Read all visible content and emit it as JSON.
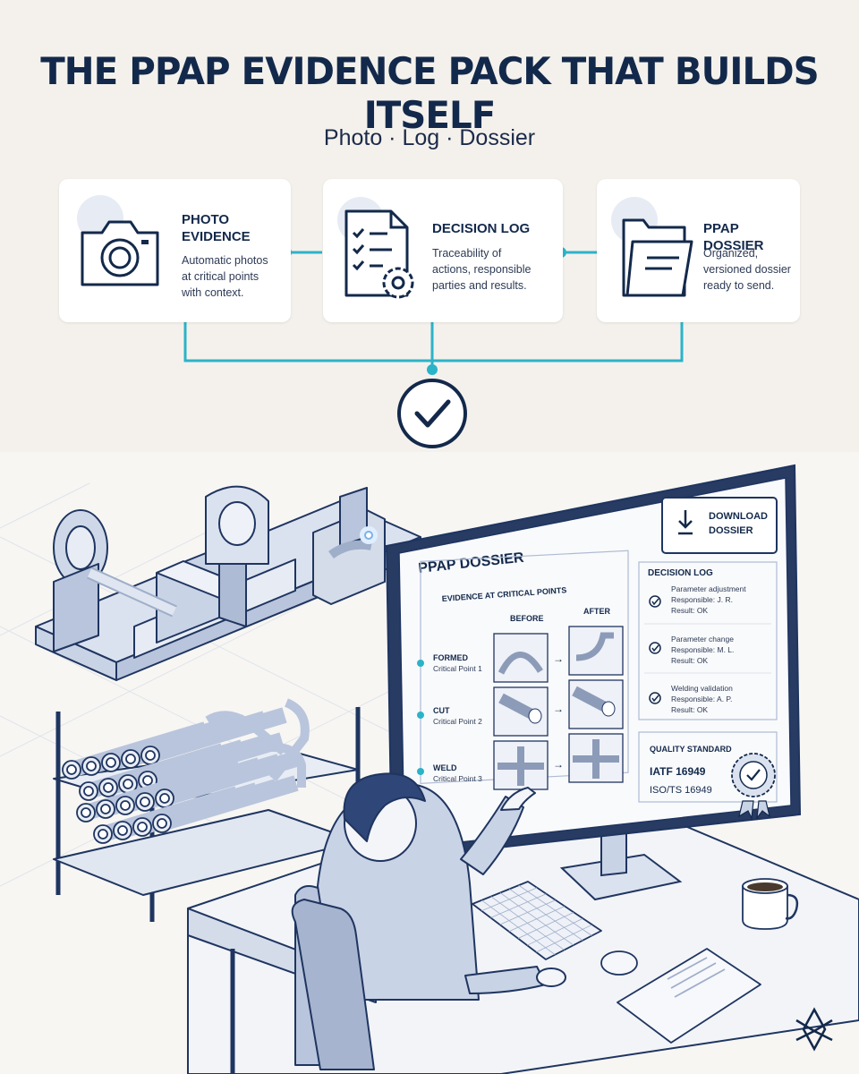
{
  "header": {
    "title": "THE PPAP EVIDENCE PACK THAT BUILDS ITSELF",
    "subtitle": "Photo · Log · Dossier"
  },
  "cards": [
    {
      "title_line1": "PHOTO",
      "title_line2": "EVIDENCE",
      "desc_line1": "Automatic photos",
      "desc_line2": "at critical points",
      "desc_line3": "with context.",
      "icon": "camera-icon"
    },
    {
      "title_line1": "DECISION LOG",
      "desc_line1": "Traceability of",
      "desc_line2": "actions, responsible",
      "desc_line3": "parties and results.",
      "icon": "checklist-gear-icon"
    },
    {
      "title_line1": "PPAP DOSSIER",
      "desc_line1": "Organized,",
      "desc_line2": "versioned dossier",
      "desc_line3": "ready to send.",
      "icon": "folder-icon"
    }
  ],
  "colors": {
    "navy": "#13294b",
    "teal": "#2bb3c8",
    "card_bg": "#ffffff",
    "bg": "#f4f1ec"
  },
  "monitor": {
    "download_line1": "DOWNLOAD",
    "download_line2": "DOSSIER",
    "dossier_title": "PPAP DOSSIER",
    "evidence_header": "EVIDENCE AT CRITICAL POINTS",
    "before_label": "BEFORE",
    "after_label": "AFTER",
    "points": [
      {
        "name": "FORMED",
        "sub": "Critical Point 1"
      },
      {
        "name": "CUT",
        "sub": "Critical Point 2"
      },
      {
        "name": "WELD",
        "sub": "Critical Point 3"
      }
    ],
    "log_title": "DECISION LOG",
    "log_entries": [
      {
        "line1": "Parameter adjustment",
        "line2": "Responsible: J. R.",
        "line3": "Result: OK"
      },
      {
        "line1": "Parameter change",
        "line2": "Responsible: M. L.",
        "line3": "Result: OK"
      },
      {
        "line1": "Welding validation",
        "line2": "Responsible: A. P.",
        "line3": "Result: OK"
      }
    ],
    "quality_title": "QUALITY STANDARD",
    "standard_1": "IATF 16949",
    "standard_2": "ISO/TS 16949"
  }
}
